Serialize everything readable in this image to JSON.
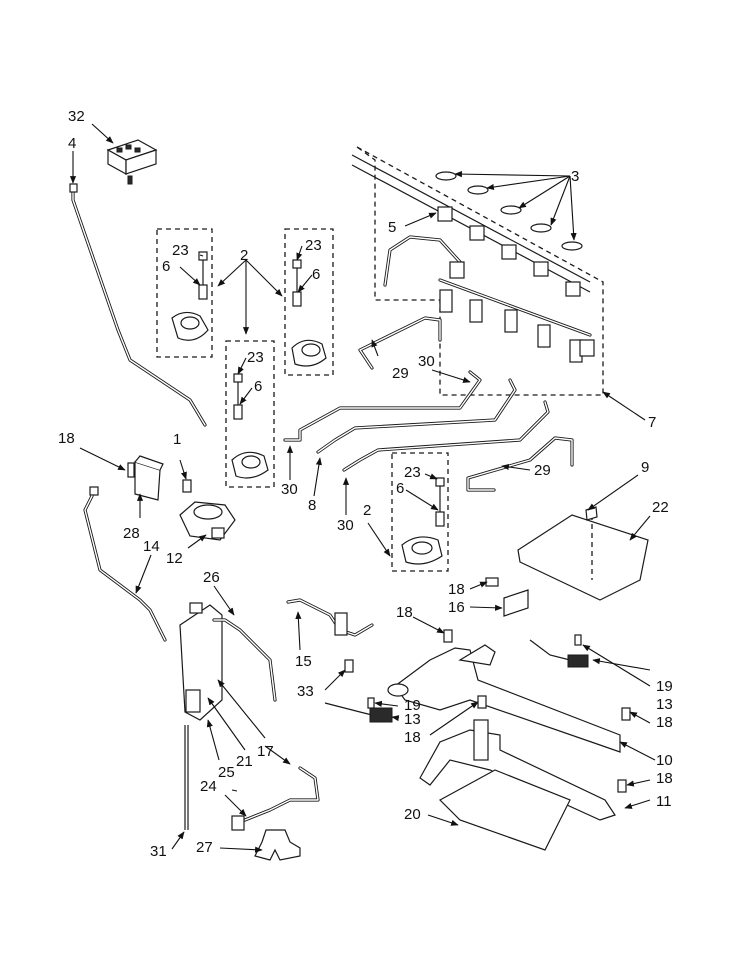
{
  "diagram": {
    "callouts": {
      "c1": "1",
      "c2a": "2",
      "c2b": "2",
      "c3": "3",
      "c4": "4",
      "c5": "5",
      "c6a": "6",
      "c6b": "6",
      "c6c": "6",
      "c6d": "6",
      "c7": "7",
      "c8": "8",
      "c9": "9",
      "c10": "10",
      "c11": "11",
      "c12": "12",
      "c13a": "13",
      "c13b": "13",
      "c14": "14",
      "c15": "15",
      "c16": "16",
      "c17": "17",
      "c18a": "18",
      "c18b": "18",
      "c18c": "18",
      "c18d": "18",
      "c18e": "18",
      "c18f": "18",
      "c19a": "19",
      "c19b": "19",
      "c20": "20",
      "c21": "21",
      "c22": "22",
      "c23a": "23",
      "c23b": "23",
      "c23c": "23",
      "c23d": "23",
      "c24": "24",
      "c25": "25",
      "c26": "26",
      "c27": "27",
      "c28": "28",
      "c29a": "29",
      "c29b": "29",
      "c30a": "30",
      "c30b": "30",
      "c30c": "30",
      "c31": "31",
      "c32": "32",
      "c33": "33"
    }
  }
}
